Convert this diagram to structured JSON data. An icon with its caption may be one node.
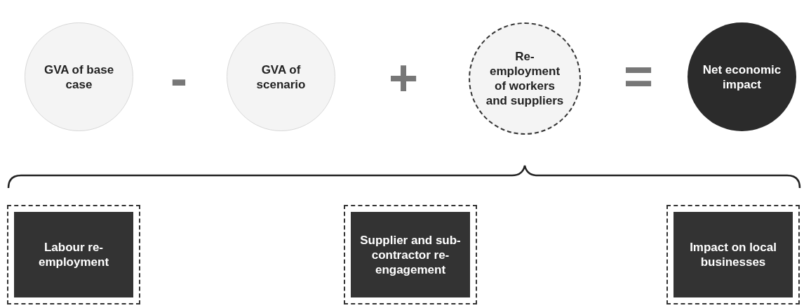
{
  "diagram": {
    "nodes": [
      {
        "text": [
          "GVA of base case"
        ]
      },
      {
        "text": [
          "GVA of scenario"
        ]
      },
      {
        "text": [
          "Re-employment of workers and suppliers"
        ]
      },
      {
        "text": [
          "Net economic impact"
        ]
      },
      {
        "text": [
          "Labour re-employment"
        ]
      },
      {
        "text": [
          "Supplier and sub-contractor re-engagement"
        ]
      },
      {
        "text": [
          "Impact on local businesses"
        ]
      }
    ],
    "edges": [],
    "labels": [
      "-",
      "+",
      "="
    ]
  }
}
